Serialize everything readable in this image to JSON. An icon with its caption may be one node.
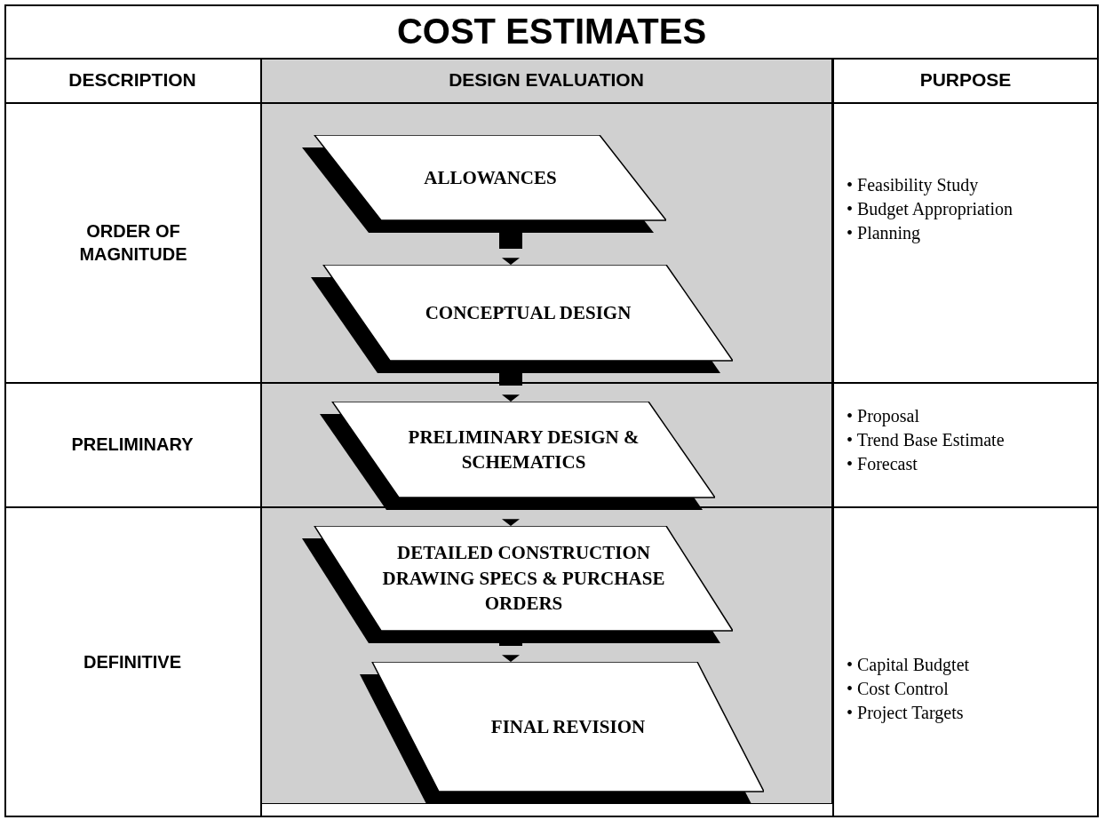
{
  "diagram": {
    "title": "COST ESTIMATES",
    "nodes": [
      {
        "text": [
          "ALLOWANCES"
        ]
      },
      {
        "text": [
          "CONCEPTUAL DESIGN"
        ]
      },
      {
        "text": [
          "PRELIMINARY DESIGN & SCHEMATICS"
        ]
      },
      {
        "text": [
          "DETAILED CONSTRUCTION DRAWING SPECS & PURCHASE ORDERS"
        ]
      },
      {
        "text": [
          "FINAL REVISION"
        ]
      }
    ],
    "edges": [
      {
        "from": 0,
        "to": 1,
        "arrow": "to"
      },
      {
        "from": 1,
        "to": 2,
        "arrow": "to"
      },
      {
        "from": 2,
        "to": 3,
        "arrow": "to"
      },
      {
        "from": 3,
        "to": 4,
        "arrow": "to"
      }
    ],
    "labels": [
      "DESCRIPTION",
      "DESIGN EVALUATION",
      "PURPOSE",
      "ORDER OF MAGNITUDE",
      "• Feasibility Study",
      "• Budget Appropriation",
      "• Planning",
      "PRELIMINARY",
      "• Proposal",
      "• Trend Base Estimate",
      "• Forecast",
      "DEFINITIVE",
      "• Capital Budgtet",
      "• Cost Control",
      "• Project Targets"
    ]
  }
}
